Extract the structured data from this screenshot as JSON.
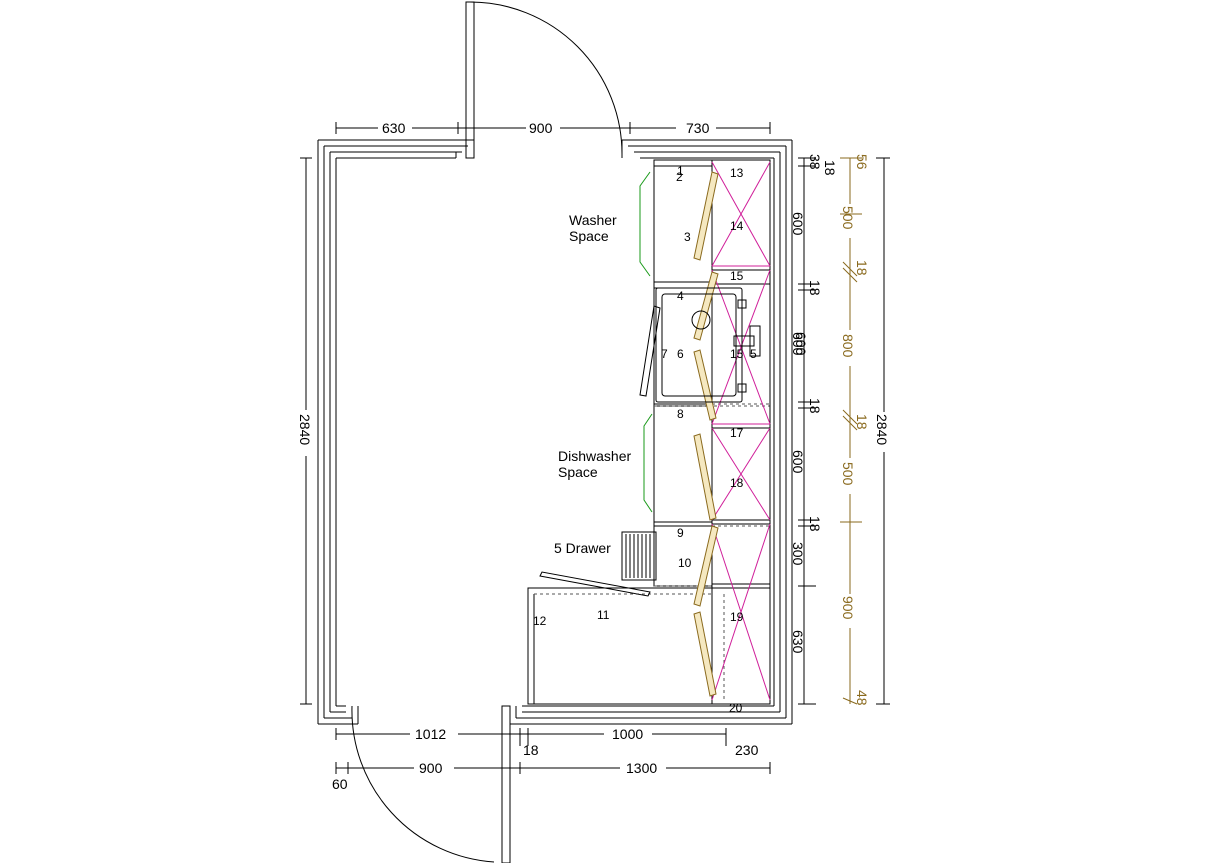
{
  "dimensions": {
    "top": [
      "630",
      "900",
      "730"
    ],
    "left_height": "2840",
    "right_height": "2840",
    "bottom_row1": [
      "1012",
      "18",
      "1000",
      "230"
    ],
    "bottom_row2": [
      "60",
      "900",
      "1300"
    ],
    "right_black": [
      "38",
      "18",
      "600",
      "18",
      "600",
      "600",
      "18",
      "600",
      "18",
      "300",
      "630"
    ],
    "right_brown": [
      "56",
      "500",
      "18",
      "800",
      "18",
      "500",
      "900",
      "48"
    ]
  },
  "labels": {
    "washer_line1": "Washer",
    "washer_line2": "Space",
    "dishwasher_line1": "Dishwasher",
    "dishwasher_line2": "Space",
    "drawer": "5 Drawer"
  },
  "item_numbers": [
    "1",
    "2",
    "3",
    "4",
    "5",
    "6",
    "7",
    "8",
    "9",
    "10",
    "11",
    "12",
    "13",
    "14",
    "15",
    "15",
    "17",
    "18",
    "19",
    "20"
  ],
  "colors": {
    "wall": "#000000",
    "dimension_alt": "#8a6a1e",
    "tall_unit_cross": "#d0209a",
    "appliance_space": "#1a9a1a"
  }
}
